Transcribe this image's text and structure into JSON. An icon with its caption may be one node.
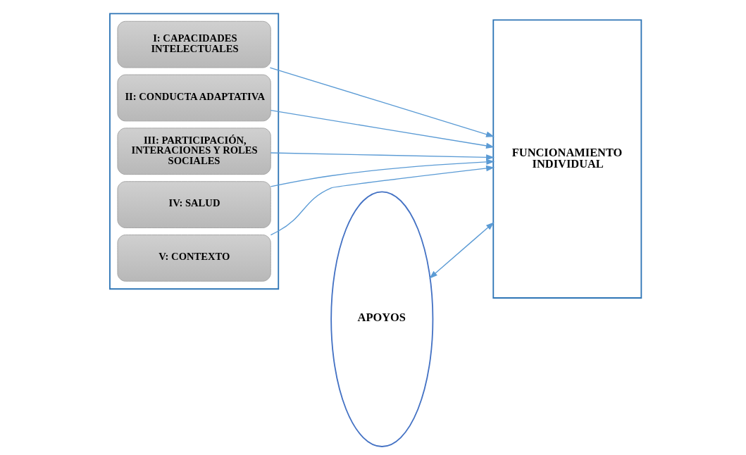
{
  "diagram": {
    "nodes": [
      {
        "text": [],
        "shape": "box"
      },
      {
        "text": [
          "I: CAPACIDADES INTELECTUALES"
        ],
        "in": 0
      },
      {
        "text": [
          "II: CONDUCTA ADAPTATIVA"
        ],
        "in": 0
      },
      {
        "text": [
          "III: PARTICIPACIÓN, INTERACIONES Y ROLES SOCIALES"
        ],
        "in": 0
      },
      {
        "text": [
          "IV: SALUD"
        ],
        "in": 0
      },
      {
        "text": [
          "V: CONTEXTO"
        ],
        "in": 0
      },
      {
        "text": [
          "APOYOS"
        ]
      },
      {
        "text": [
          "FUNCIONAMIENTO INDIVIDUAL"
        ]
      }
    ],
    "edges": [
      {
        "from": 1,
        "to": 7,
        "arrow": "to"
      },
      {
        "from": 2,
        "to": 7,
        "arrow": "to"
      },
      {
        "from": 3,
        "to": 7,
        "arrow": "to"
      },
      {
        "from": 4,
        "to": 7,
        "arrow": "to"
      },
      {
        "from": 5,
        "to": 7,
        "arrow": "to"
      },
      {
        "from": 6,
        "to": 7,
        "arrow": "both"
      }
    ]
  }
}
